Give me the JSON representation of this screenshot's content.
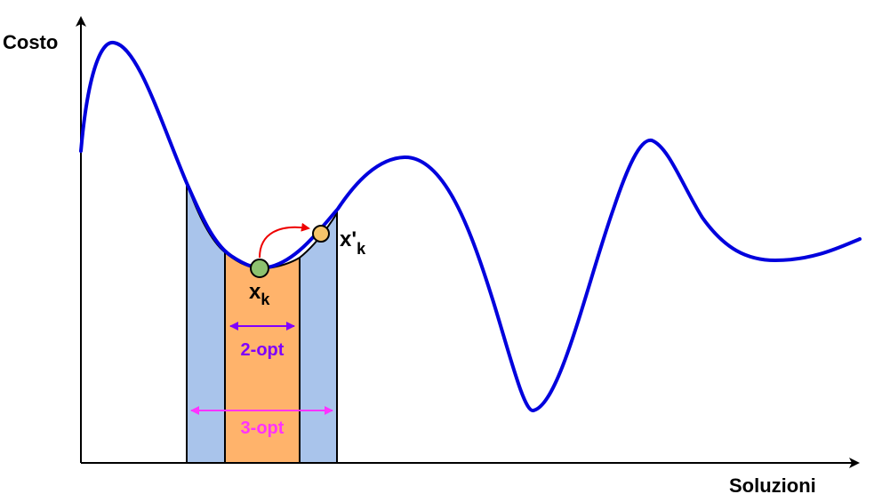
{
  "axes": {
    "y_label": "Costo",
    "x_label": "Soluzioni"
  },
  "points": {
    "current": {
      "label_main": "x",
      "label_sub": "k",
      "color": "#8dc26f"
    },
    "next": {
      "label_main": "x'",
      "label_sub": "k",
      "color": "#f5c46a"
    }
  },
  "neighborhoods": {
    "two_opt": {
      "label": "2-opt",
      "fill": "#ffb36b",
      "arrow_color": "#8000ff"
    },
    "three_opt": {
      "label": "3-opt",
      "fill": "#a9c4eb",
      "arrow_color": "#ff33ff"
    }
  },
  "colors": {
    "curve": "#0000dd",
    "move_arrow": "#ee0000",
    "axis": "#000000"
  }
}
